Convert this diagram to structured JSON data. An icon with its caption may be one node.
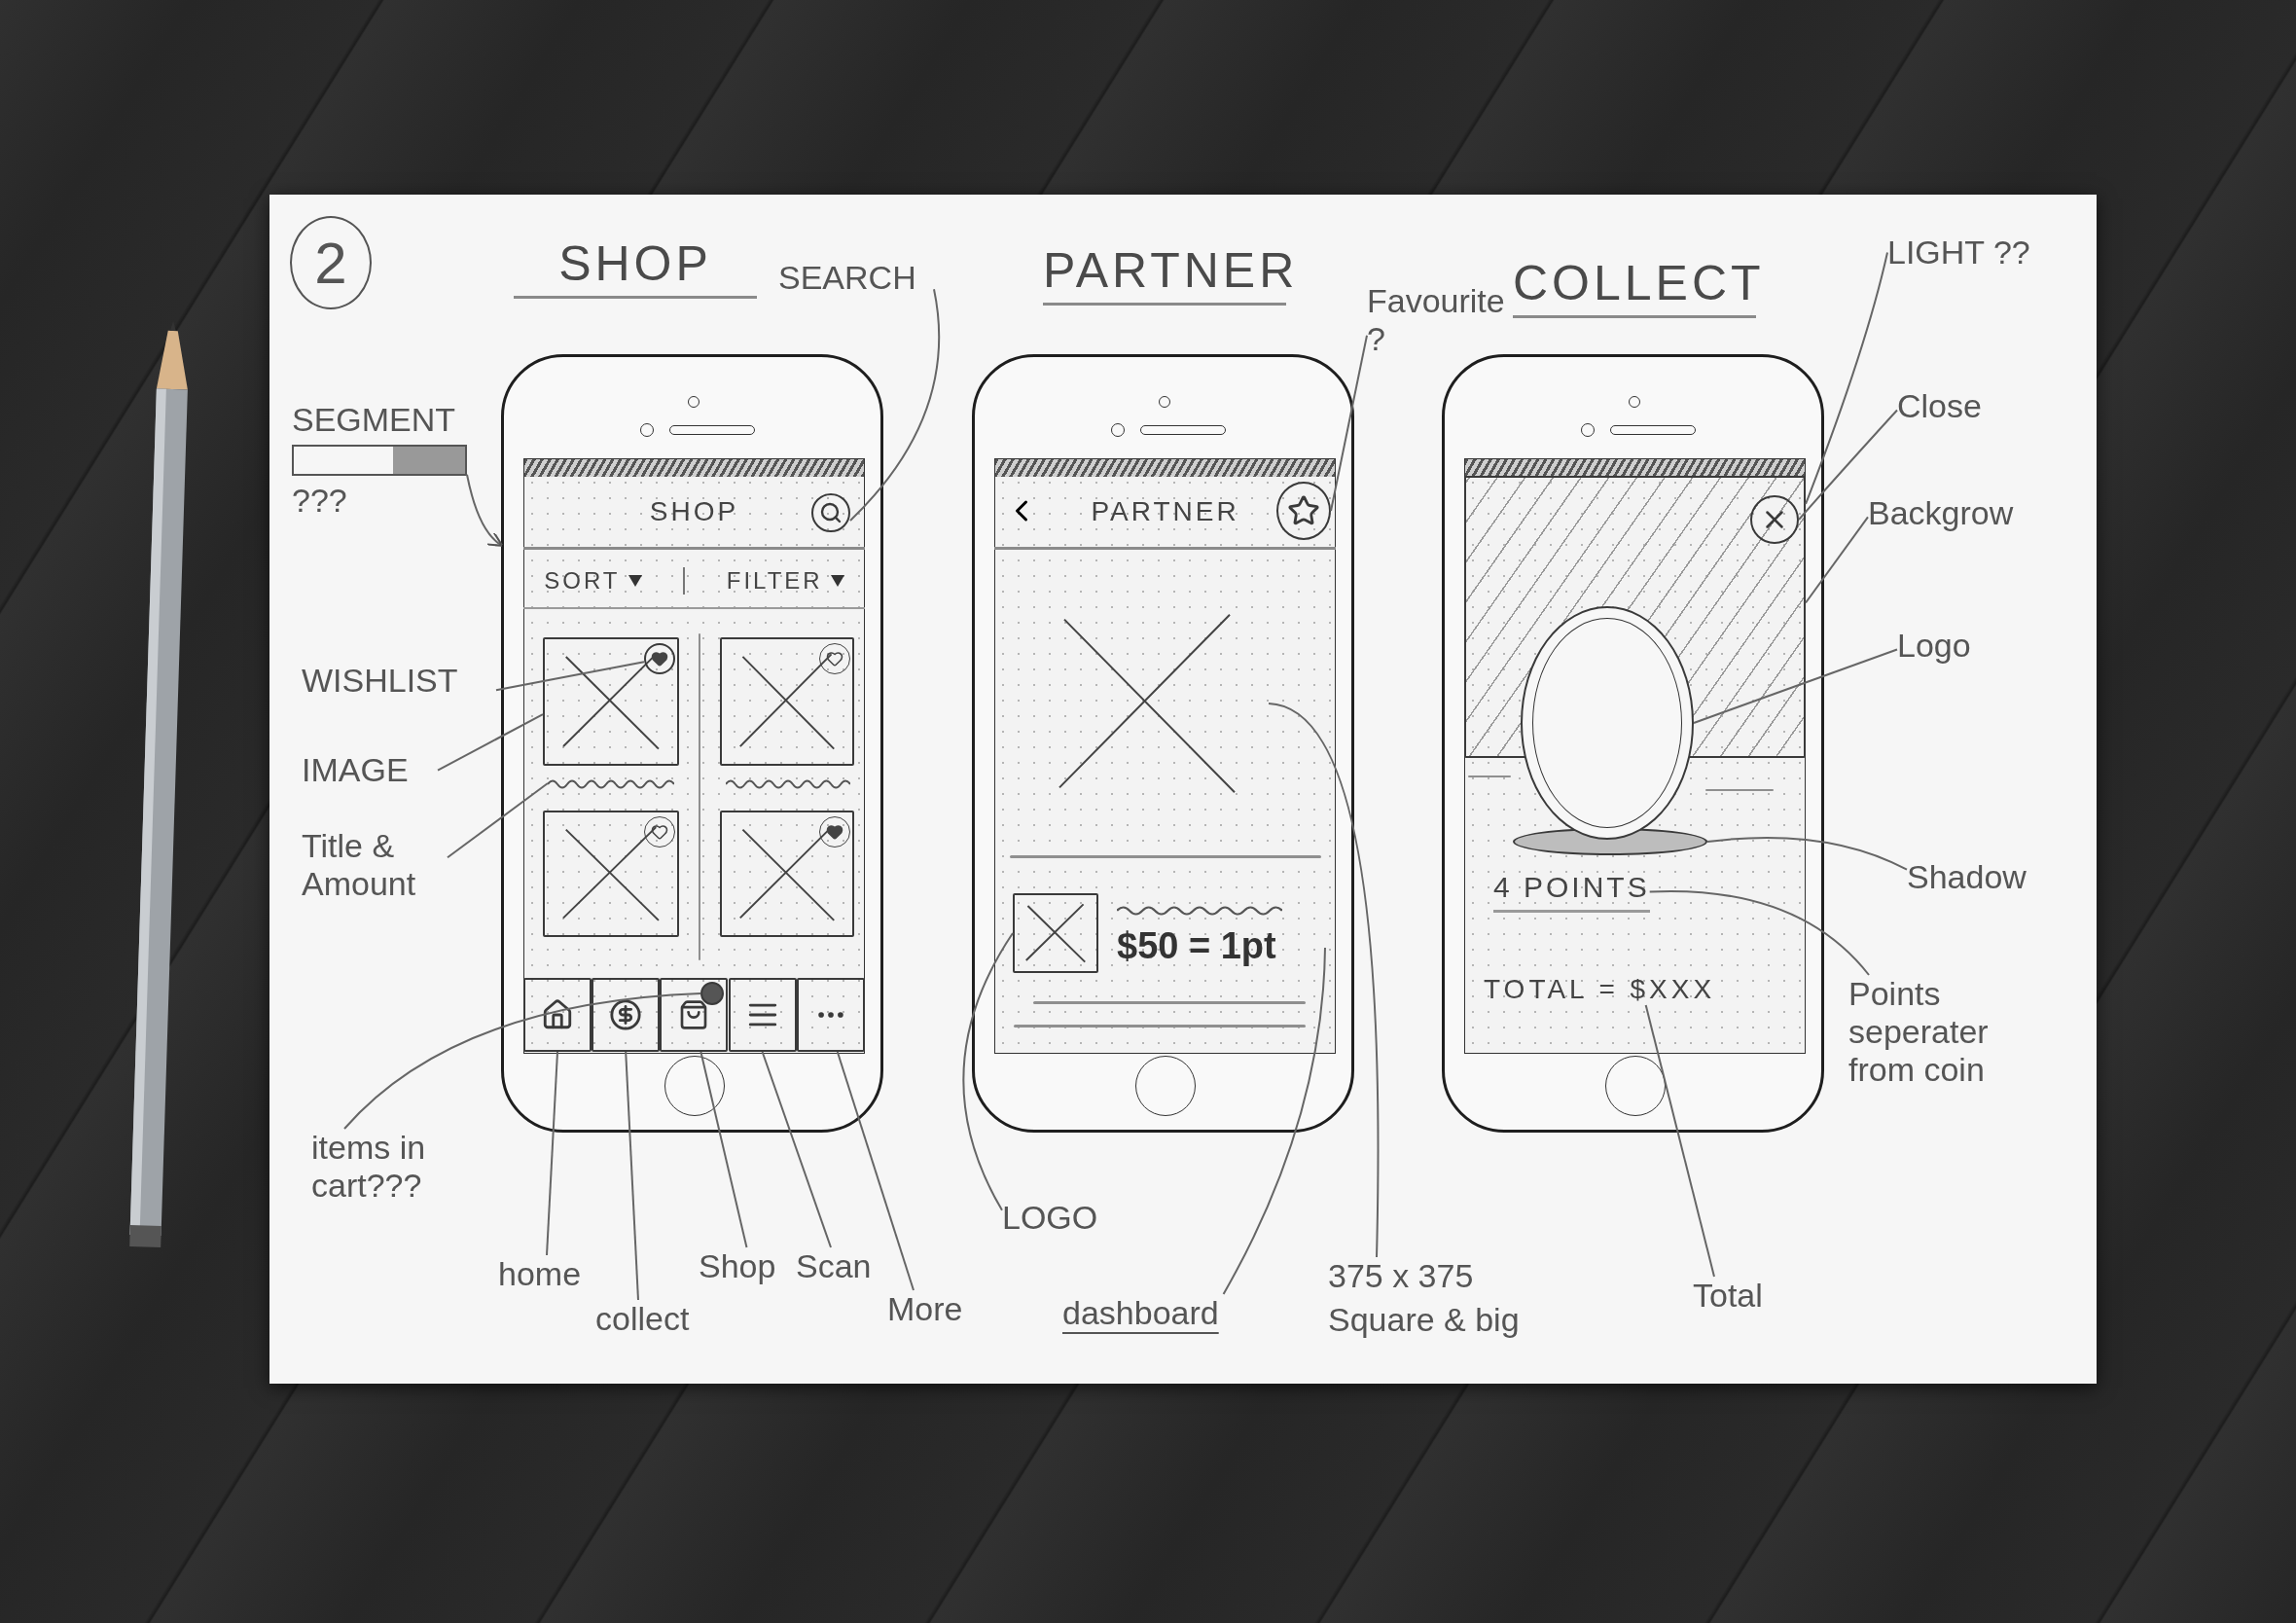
{
  "diagram": {
    "nodes": [
      {
        "text": [
          "SHOP"
        ]
      },
      {
        "text": [
          "PARTNER"
        ]
      },
      {
        "text": [
          "COLLECT"
        ]
      },
      {
        "text": [
          "SHOP"
        ],
        "in": 0
      },
      {
        "text": [],
        "shape": "circle",
        "in": 3
      },
      {
        "text": [
          "SORT",
          "FILTER"
        ],
        "in": 0
      },
      {
        "text": [],
        "shape": "box",
        "in": 0
      },
      {
        "text": [],
        "shape": "circle",
        "in": 6
      },
      {
        "text": [],
        "shape": "bar",
        "in": 0
      },
      {
        "text": [],
        "shape": "box",
        "in": 0
      },
      {
        "text": [],
        "shape": "box",
        "in": 0
      },
      {
        "text": [],
        "shape": "box",
        "in": 0
      },
      {
        "text": [],
        "shape": "box",
        "in": 0
      },
      {
        "text": [],
        "shape": "box",
        "in": 0
      },
      {
        "text": [],
        "shape": "box",
        "in": 0
      },
      {
        "text": [],
        "shape": "box",
        "in": 0
      },
      {
        "text": [],
        "shape": "box",
        "in": 0
      },
      {
        "text": [],
        "shape": "circle",
        "in": 14
      },
      {
        "text": [
          "SEGMENT",
          "???"
        ]
      },
      {
        "text": [
          "SEARCH"
        ]
      },
      {
        "text": [
          "WISHLIST"
        ]
      },
      {
        "text": [
          "IMAGE"
        ]
      },
      {
        "text": [
          "Title & Amount"
        ]
      },
      {
        "text": [
          "items in cart???"
        ]
      },
      {
        "text": [
          "home"
        ]
      },
      {
        "text": [
          "collect"
        ]
      },
      {
        "text": [
          "Shop"
        ]
      },
      {
        "text": [
          "Scan"
        ]
      },
      {
        "text": [
          "More"
        ]
      },
      {
        "text": [
          "PARTNER"
        ],
        "in": 1
      },
      {
        "text": [],
        "shape": "circle",
        "in": 29
      },
      {
        "text": [],
        "shape": "picture",
        "in": 1
      },
      {
        "text": [],
        "shape": "box",
        "in": 1
      },
      {
        "text": [
          "$50 = 1pt"
        ],
        "in": 1
      },
      {
        "text": [
          "Favourite ?"
        ]
      },
      {
        "text": [
          "LOGO"
        ]
      },
      {
        "text": [
          "dashboard"
        ]
      },
      {
        "text": [
          "375 x 375",
          "Square & big"
        ]
      },
      {
        "text": [],
        "shape": "circle",
        "in": 39
      },
      {
        "text": [],
        "shape": "box",
        "in": 2
      },
      {
        "text": [],
        "shape": "circle",
        "in": 2
      },
      {
        "text": [],
        "shape": "circle",
        "in": 2
      },
      {
        "text": [
          "4 POINTS"
        ],
        "in": 2
      },
      {
        "text": [
          "TOTAL = $XXX"
        ],
        "in": 2
      },
      {
        "text": [
          "LIGHT ??"
        ]
      },
      {
        "text": [
          "Close"
        ]
      },
      {
        "text": [
          "Backgrow"
        ]
      },
      {
        "text": [
          "Logo"
        ]
      },
      {
        "text": [
          "Shadow"
        ]
      },
      {
        "text": [
          "Points seperater from coin"
        ]
      },
      {
        "text": [
          "Total"
        ]
      }
    ],
    "edges": [
      {
        "from": 18,
        "to": 0,
        "arrow": "to"
      },
      {
        "from": 19,
        "to": 4,
        "arrow": "none"
      },
      {
        "from": 20,
        "to": 7,
        "arrow": "none"
      },
      {
        "from": 21,
        "to": 6,
        "arrow": "none"
      },
      {
        "from": 22,
        "to": 8,
        "arrow": "none"
      },
      {
        "from": 23,
        "to": 17,
        "arrow": "none"
      },
      {
        "from": 24,
        "to": 12,
        "arrow": "none"
      },
      {
        "from": 25,
        "to": 13,
        "arrow": "none"
      },
      {
        "from": 26,
        "to": 14,
        "arrow": "none"
      },
      {
        "from": 27,
        "to": 15,
        "arrow": "none"
      },
      {
        "from": 28,
        "to": 16,
        "arrow": "none"
      },
      {
        "from": 34,
        "to": 30,
        "arrow": "none"
      },
      {
        "from": 35,
        "to": 32,
        "arrow": "none"
      },
      {
        "from": 36,
        "to": 33,
        "arrow": "none"
      },
      {
        "from": 37,
        "to": 31,
        "arrow": "none"
      },
      {
        "from": 44,
        "to": 39,
        "arrow": "none"
      },
      {
        "from": 45,
        "to": 38,
        "arrow": "none"
      },
      {
        "from": 46,
        "to": 39,
        "arrow": "none"
      },
      {
        "from": 47,
        "to": 40,
        "arrow": "none"
      },
      {
        "from": 48,
        "to": 41,
        "arrow": "none"
      },
      {
        "from": 49,
        "to": 42,
        "arrow": "none"
      },
      {
        "from": 50,
        "to": 43,
        "arrow": "none"
      }
    ],
    "labels": [
      "2"
    ]
  }
}
